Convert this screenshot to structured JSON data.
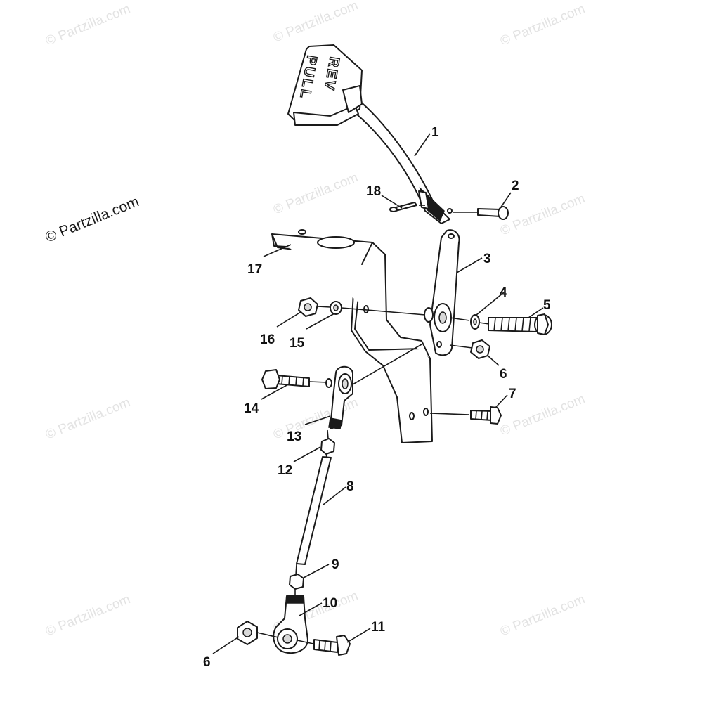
{
  "watermark": {
    "text": "© Partzilla.com",
    "main_text": "© Partzilla.com"
  },
  "handle_label": {
    "left_word": "PULL",
    "right_word": "REV"
  },
  "callouts": [
    {
      "id": "1",
      "label": "1"
    },
    {
      "id": "2",
      "label": "2"
    },
    {
      "id": "3",
      "label": "3"
    },
    {
      "id": "4",
      "label": "4"
    },
    {
      "id": "5",
      "label": "5"
    },
    {
      "id": "6a",
      "label": "6"
    },
    {
      "id": "7",
      "label": "7"
    },
    {
      "id": "8",
      "label": "8"
    },
    {
      "id": "9",
      "label": "9"
    },
    {
      "id": "10",
      "label": "10"
    },
    {
      "id": "11",
      "label": "11"
    },
    {
      "id": "6b",
      "label": "6"
    },
    {
      "id": "12",
      "label": "12"
    },
    {
      "id": "13",
      "label": "13"
    },
    {
      "id": "14",
      "label": "14"
    },
    {
      "id": "15",
      "label": "15"
    },
    {
      "id": "16",
      "label": "16"
    },
    {
      "id": "17",
      "label": "17"
    },
    {
      "id": "18",
      "label": "18"
    }
  ]
}
